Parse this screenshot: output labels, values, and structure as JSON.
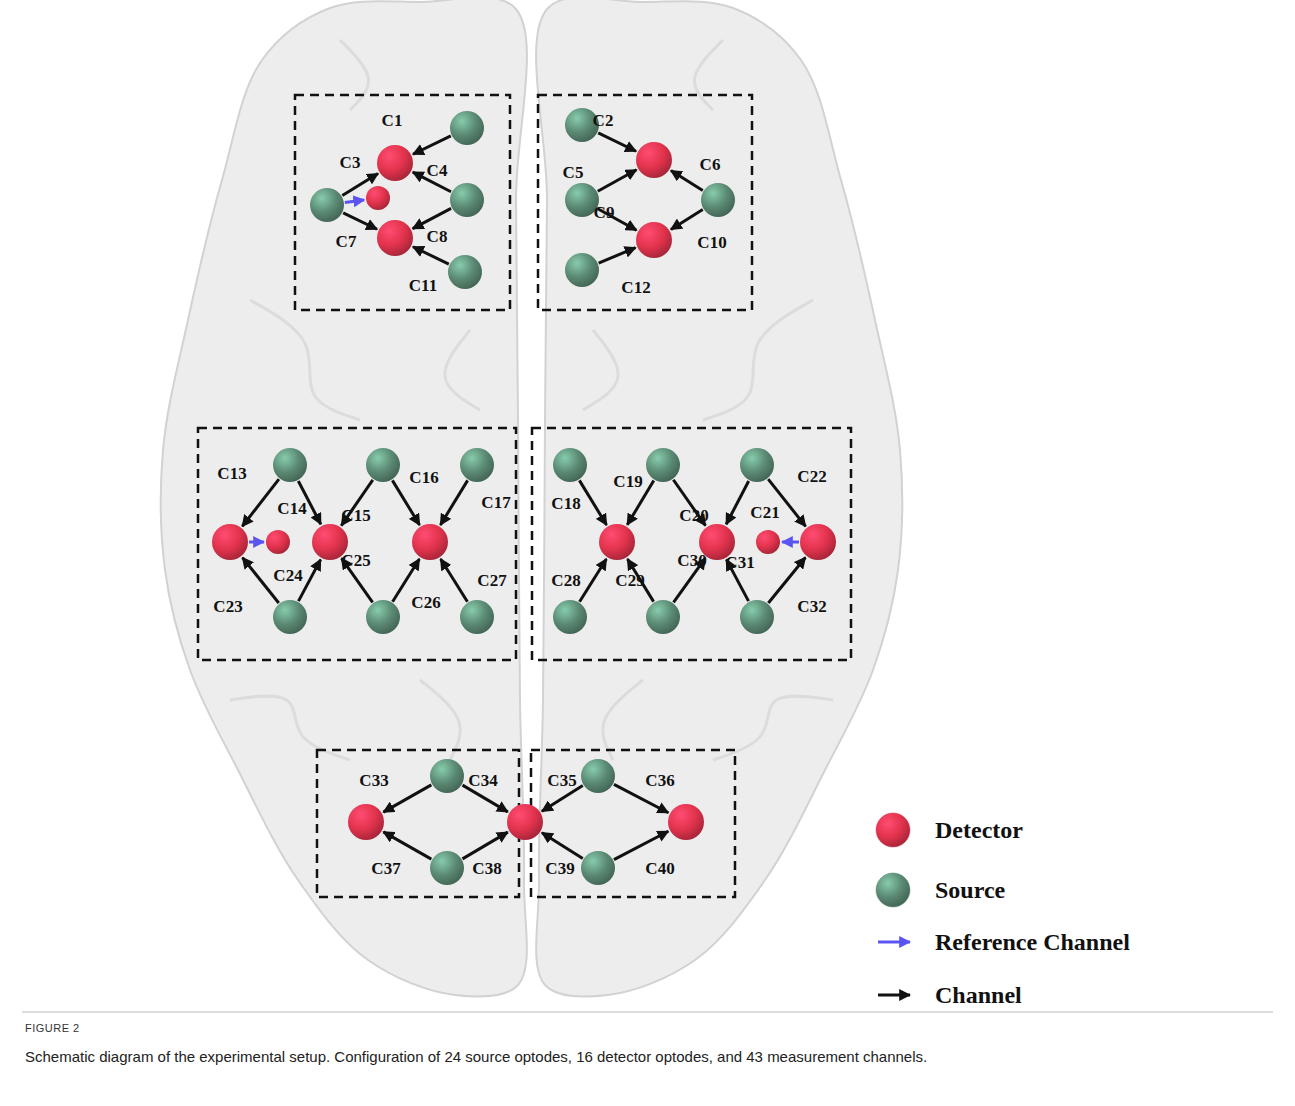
{
  "diagram": {
    "caption": "Schematic diagram of the experimental setup. Configuration of 24 source optodes, 16 detector optodes, and 43 measurement channels.",
    "labels": [
      "C1",
      "C2",
      "C3",
      "C4",
      "C5",
      "C6",
      "C7",
      "C8",
      "C9",
      "C10",
      "C11",
      "C12",
      "C13",
      "C14",
      "C15",
      "C16",
      "C17",
      "C18",
      "C19",
      "C20",
      "C21",
      "C22",
      "C23",
      "C24",
      "C25",
      "C26",
      "C27",
      "C28",
      "C29",
      "C30",
      "C31",
      "C32",
      "C33",
      "C34",
      "C35",
      "C36",
      "C37",
      "C38",
      "C39",
      "C40",
      "FIGURE 2"
    ],
    "legend": [
      {
        "text": "Detector",
        "color": "#e2334d"
      },
      {
        "text": "Source",
        "color": "#5b8a74"
      },
      {
        "text": "Reference Channel"
      },
      {
        "text": "Channel"
      }
    ]
  }
}
